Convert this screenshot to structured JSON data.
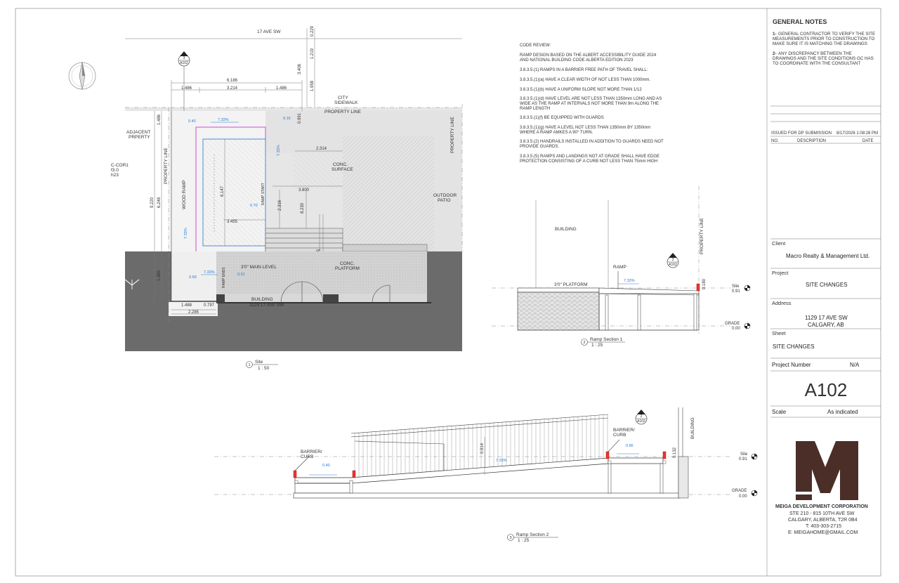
{
  "general_notes": {
    "title": "GENERAL NOTES",
    "note1_num": "1-",
    "note1": [
      "GENERAL CONTRACTOR TO VERIFY THE SITE",
      "MEASUREMENTS PRIOR TO CONSTRUCTION TO",
      "MAKE SURE IT IS MATCHING THE DRAWINGS"
    ],
    "note2_num": "2-",
    "note2": [
      "ANY DISCREPANCY BETWEEN THE",
      "DRAWINGS AND THE SITE CONDITIONS GC HAS",
      "TO COORDINATE WITH THE CONSULTANT"
    ]
  },
  "issue": {
    "text": "ISSUED FOR DP SUBMISSION",
    "datetime": "8/17/2026 1:08:28 PM",
    "col_no": "NO.",
    "col_desc": "DESCRIPTION",
    "col_date": "DATE"
  },
  "title_block": {
    "client_label": "Client",
    "client": "Macro Realty & Management Ltd.",
    "project_label": "Project",
    "project": "SITE CHANGES",
    "address_label": "Address",
    "address1": "1129 17 AVE SW",
    "address2": "CALGARY, AB",
    "sheet_label": "Sheet",
    "sheet": "SITE CHANGES",
    "project_number_label": "Project Number",
    "project_number": "N/A",
    "sheet_number": "A102",
    "scale_label": "Scale",
    "scale": "As indicated"
  },
  "company": {
    "logo_letter": "M",
    "name": "MEIGA DEVELOPMENT CORPORATION",
    "line1": "STE 210 - 815 10TH AVE SW",
    "line2": "CALGARY, ALBERTA, T2R 0B4",
    "phone": "T: 403-303-2715",
    "email": "E: MEIGAHOME@GMAIL.COM"
  },
  "code_review": {
    "title": "CODE REVIEW:",
    "lines": [
      "RAMP DESIGN BASED ON THE ALBERT ACCESSIBILITY GUIDE 2024",
      "AND NATIONAL BUILDING CODE ALBERTA EDITION 2023",
      "",
      "3.8.3.5.(1) RAMPS IN A BARRIER FREE PATH OF TRAVEL SHALL:",
      "",
      "3.8.3.5.(1)(a) HAVE A CLEAR WIDTH OF NOT LESS THAN 1000mm.",
      "",
      "3.8.3.5.(1)(b) HAVE A UNIFORM SLOPE NOT MORE THAN 1/12",
      "",
      "3.8.3.5.(1)(d) HAVE LEVEL ARE NOT LESS THAN 1350mm LONG AND AS",
      "WIDE AS THE RAMP AT INTERVALS NOT MORE THAN 9m ALONG THE",
      "RAMP LENGTH",
      "",
      "3.8.3.5.(1)(f) BE EQUIPPED WITH GUARDS",
      "",
      "3.8.3.5.(1)(g) HAVE A LEVEL NOT LESS THAN 1350mm BY 1350mm",
      "WHERE A RAMP AMKES A 90° TURN.",
      "",
      "3.8.3.5.(2) HANDRAILS INSTALLED IN ADDITION TO GUARDS NEED NOT",
      "PROVIDE GUARDS.",
      "",
      "3.8.3.5.(5) RAMPS AND LANDINGS NOT AT GRADE SHALL HAVE EDGE",
      "PROTECTION CONSISTING OF A CURB NOT LESS THAN 75mm HIGH"
    ]
  },
  "site_plan": {
    "street": "17 AVE SW",
    "city_sidewalk": [
      "CITY",
      "SIDEWALK"
    ],
    "property_line": "PROPERTY LINE",
    "adjacent": [
      "ADJACENT",
      "PRPERTY"
    ],
    "zoning": [
      "C-COR1",
      "f3.0",
      "h23"
    ],
    "wood_ramp": "WOOD RAMP",
    "ramp_start": "RAMP START",
    "ramp_ends": "RAMP ENDS",
    "conc_surface": [
      "CONC.",
      "SURFACE"
    ],
    "outdoor_patio": [
      "OUTDOOR",
      "PATIO"
    ],
    "main_level": "3'0\" MAIN LEVEL",
    "conc_platform": [
      "CONC.",
      "PLATFORM"
    ],
    "building": [
      "BUILDING",
      "1129 17 AVE SW"
    ],
    "up": "UP",
    "dims": {
      "d0229": "0.229",
      "d1219": "1.219",
      "d3406": "3.406",
      "d1958": "1.958",
      "d0991": "0.991",
      "d6186": "6.186",
      "d1486a": "1.486",
      "d3214": "3.214",
      "d1486b": "1.486",
      "d2314": "2.314",
      "d3800": "3.800",
      "d2316": "2.316",
      "d8230": "8.230",
      "d6147": "6.147",
      "d3455": "3.455",
      "d9220": "9.220",
      "d6248": "6.248",
      "d1486v": "1.486",
      "d1465": "1.465",
      "d1488": "1.488",
      "d0797": "0.797",
      "d2285": "2.285"
    },
    "levels": {
      "l040": "0.40",
      "l016": "0.16",
      "l070": "0.70",
      "l069": "0.69",
      "l091": "0.91"
    },
    "slopes": {
      "s1": "7.33%",
      "s2": "7.33%",
      "s3": "7.33%",
      "s4": "7.33%"
    },
    "tag": {
      "num": "3",
      "sheet": "A102"
    },
    "view_num": "1",
    "view_name": "Site",
    "view_scale": "1 : 50"
  },
  "section1": {
    "building": "BUILDING",
    "ramp": "RAMP",
    "platform": "3'0\" PLATFORM",
    "slope": "7.33%",
    "property_line": "PROPERTY LINE",
    "dim": "0.180",
    "site_label": "Site",
    "site_level": "0.91",
    "grade_label": "GRADE",
    "grade_level": "0.00",
    "tag": {
      "num": "3",
      "sheet": "A102"
    },
    "view_num": "2",
    "view_name": "Ramp Section 1",
    "view_scale": "1 : 25"
  },
  "section2": {
    "barrier_left": [
      "BARRIER/",
      "CURB"
    ],
    "barrier_right": [
      "BARRIER/",
      "CURB"
    ],
    "level_left": "0.40",
    "level_right": "0.86",
    "slope": "7.33%",
    "dim": "0.914",
    "dim_small": "0.132",
    "building": "BUILDING",
    "site_label": "Site",
    "site_level": "0.91",
    "grade_label": "GRADE",
    "grade_level": "0.00",
    "tag": {
      "num": "2",
      "sheet": "A102"
    },
    "view_num": "3",
    "view_name": "Ramp Section 2",
    "view_scale": "1 : 25"
  }
}
